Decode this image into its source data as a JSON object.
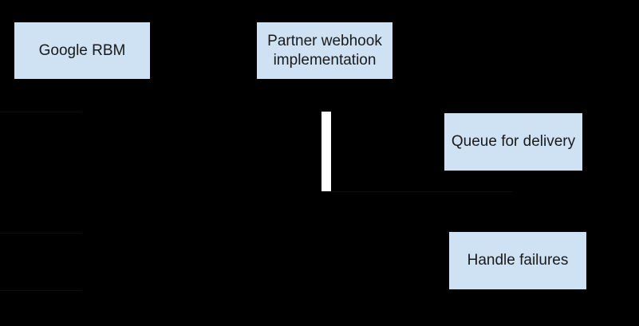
{
  "diagram": {
    "type": "sequence-flow",
    "background_color": "#000000",
    "node_fill_color": "#cfe2f3",
    "node_text_color": "#1a1a1a",
    "activation_bar_color": "#ffffff",
    "faint_line_color": "#0d0d0d",
    "nodes": [
      {
        "id": "google-rbm",
        "label": "Google RBM"
      },
      {
        "id": "partner-webhook",
        "label": "Partner webhook implementation"
      },
      {
        "id": "queue-delivery",
        "label": "Queue for delivery"
      },
      {
        "id": "handle-failures",
        "label": "Handle failures"
      }
    ],
    "activation_bar": {
      "id": "partner-activation-bar"
    }
  }
}
